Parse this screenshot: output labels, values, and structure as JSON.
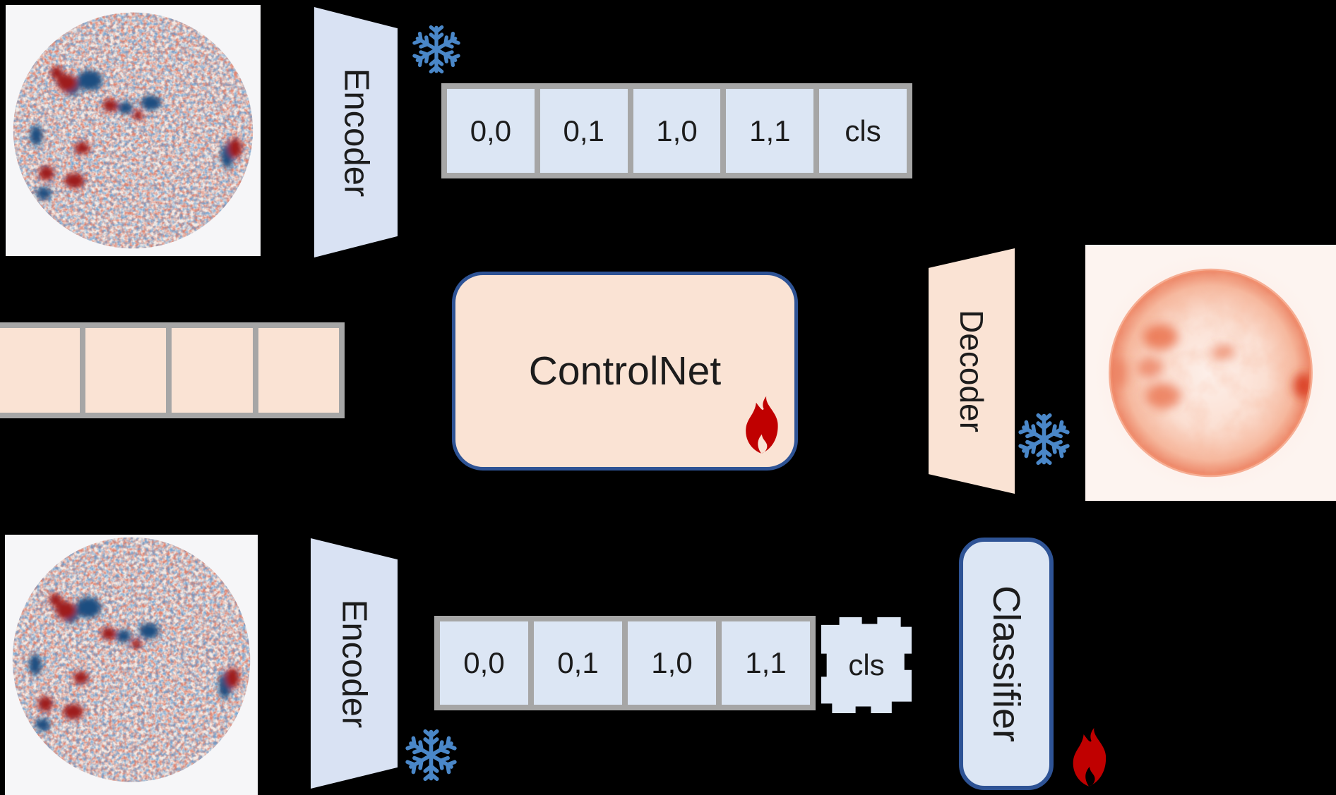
{
  "diagram_type": "model-architecture",
  "colors": {
    "bg": "#000000",
    "token-blue": "#dce6f4",
    "encoder-blue": "#d9e2f3",
    "peach": "#fae3d4",
    "border-gray": "#a6a6a6",
    "accent-blue": "#2e5395",
    "flame-red": "#c00000",
    "snow-blue": "#4a87c8",
    "text-dark": "#1c1c1c"
  },
  "pretrain_branch": {
    "input_image": "solar-magnetogram",
    "encoder": {
      "label": "Encoder",
      "state_icon": "snowflake-frozen"
    },
    "tokens": [
      "0,0",
      "0,1",
      "1,0",
      "1,1",
      "cls"
    ]
  },
  "controlnet_branch": {
    "patch_tokens": [
      "",
      "",
      "",
      ""
    ],
    "controlnet": {
      "label": "ControlNet",
      "state_icon": "flame-trainable"
    },
    "decoder": {
      "label": "Decoder",
      "state_icon": "snowflake-frozen"
    },
    "output_image": "solar-euv"
  },
  "classify_branch": {
    "input_image": "solar-magnetogram",
    "encoder": {
      "label": "Encoder",
      "state_icon": "snowflake-frozen"
    },
    "tokens": [
      "0,0",
      "0,1",
      "1,0",
      "1,1"
    ],
    "cls_token": "cls",
    "classifier": {
      "label": "Classifier",
      "state_icon": "flame-trainable"
    }
  }
}
